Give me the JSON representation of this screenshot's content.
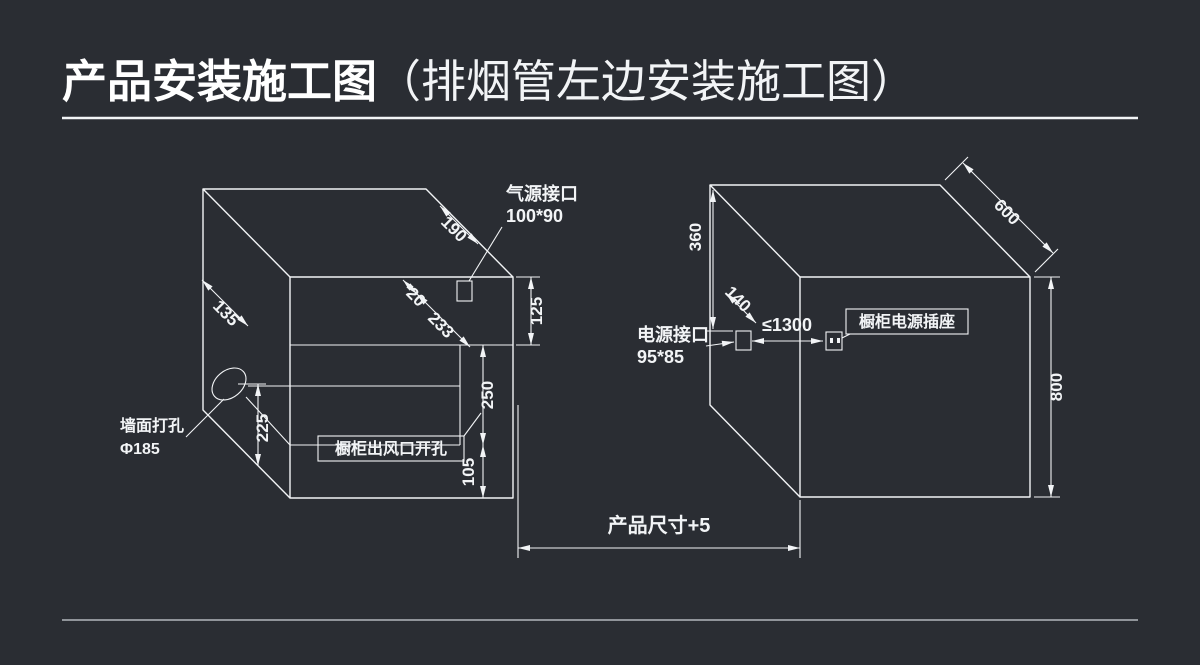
{
  "page": {
    "title_main": "产品安装施工图",
    "title_sub": "（排烟管左边安装施工图）"
  },
  "left_cabinet": {
    "dim_depth_hole": "135",
    "dim_gas_from_back": "190",
    "dim_gas_inset": "20",
    "dim_band": "233",
    "dim_gas_height": "125",
    "dim_duct_height": "250",
    "dim_bottom_gap": "105",
    "dim_hole_to_bottom": "225",
    "gas_port_line1": "气源接口",
    "gas_port_line2": "100*90",
    "wall_hole_line1": "墙面打孔",
    "wall_hole_line2": "Φ185",
    "vent_cutout_label": "橱柜出风口开孔"
  },
  "right_cabinet": {
    "dim_top_to_socket": "360",
    "dim_depth_socket": "140",
    "dim_depth": "600",
    "dim_height": "800",
    "dim_max_distance": "≤1300",
    "power_port_line1": "电源接口",
    "power_port_line2": "95*85",
    "socket_label": "橱柜电源插座"
  },
  "footer": {
    "product_dim_label": "产品尺寸+5"
  }
}
